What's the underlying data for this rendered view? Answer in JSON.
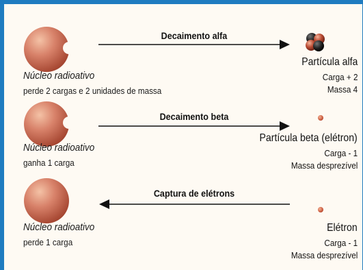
{
  "rows": [
    {
      "process": "Decaimento alfa",
      "nucleus_label": "Núcleo radioativo",
      "nucleus_desc": "perde 2 cargas e 2 unidades de massa",
      "particle_name": "Partícula alfa",
      "particle_charge": "Carga + 2",
      "particle_mass": "Massa 4",
      "arrow_direction": "right",
      "particle_icon": "alpha-particle-icon"
    },
    {
      "process": "Decaimento beta",
      "nucleus_label": "Núcleo radioativo",
      "nucleus_desc": "ganha 1 carga",
      "particle_name": "Partícula beta (elétron)",
      "particle_charge": "Carga - 1",
      "particle_mass": "Massa desprezível",
      "arrow_direction": "right",
      "particle_icon": "electron-dot-icon"
    },
    {
      "process": "Captura de elétrons",
      "nucleus_label": "Núcleo radioativo",
      "nucleus_desc": "perde 1 carga",
      "particle_name": "Elétron",
      "particle_charge": "Carga - 1",
      "particle_mass": "Massa desprezível",
      "arrow_direction": "left",
      "particle_icon": "electron-dot-icon"
    }
  ],
  "colors": {
    "frame": "#1f7cc0",
    "background": "#fefaf3",
    "sphere": "#b24a35"
  }
}
